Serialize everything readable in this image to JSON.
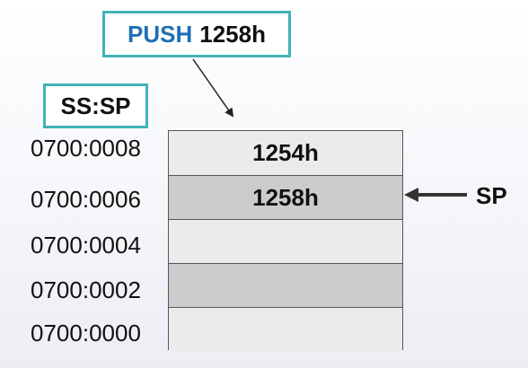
{
  "instruction": {
    "keyword": "PUSH",
    "operand": "1258h"
  },
  "register_label": "SS:SP",
  "pointer_label": "SP",
  "stack": [
    {
      "address": "0700:0008",
      "value": "1254h",
      "shade": "light"
    },
    {
      "address": "0700:0006",
      "value": "1258h",
      "shade": "dark"
    },
    {
      "address": "0700:0004",
      "value": "",
      "shade": "light"
    },
    {
      "address": "0700:0002",
      "value": "",
      "shade": "dark"
    },
    {
      "address": "0700:0000",
      "value": "",
      "shade": "light"
    }
  ],
  "colors": {
    "callout_border": "#40b3b8",
    "keyword": "#1f6fb5",
    "cell_light": "#ebebeb",
    "cell_dark": "#cccccc"
  }
}
